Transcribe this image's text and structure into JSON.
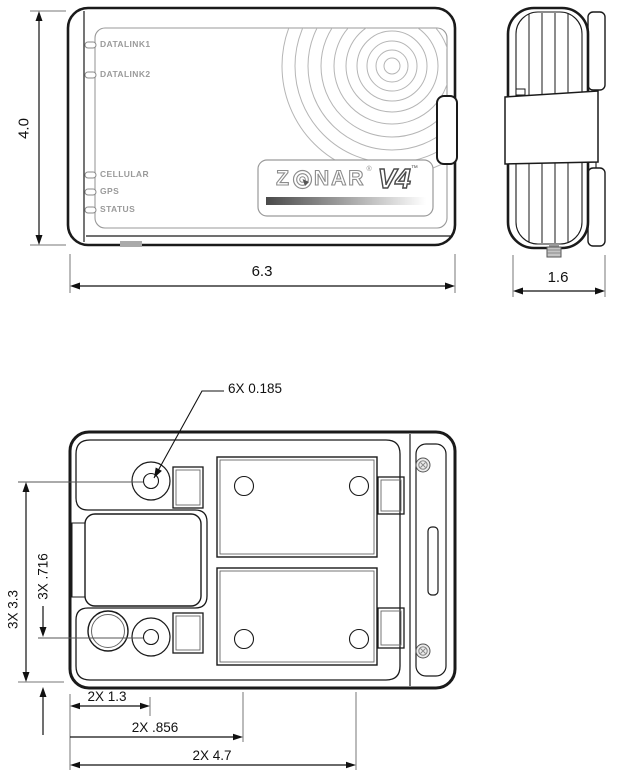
{
  "front_view": {
    "led_labels": [
      "DATALINK1",
      "DATALINK2",
      "CELLULAR",
      "GPS",
      "STATUS"
    ],
    "logo": {
      "brand_z": "Z",
      "brand_nar": "NAR",
      "registered": "®",
      "model": "V4",
      "trademark": "™"
    },
    "height_dim": "4.0",
    "width_dim": "6.3"
  },
  "side_view": {
    "width_dim": "1.6"
  },
  "back_view": {
    "hole_callout": "6X 0.185",
    "height_dim": "3X 3.3",
    "hole_offset_dim": "3X .716",
    "width_dims": [
      "2X 1.3",
      "2X .856",
      "2X 4.7"
    ]
  },
  "colors": {
    "outline": "#1a1a1a",
    "secondary_line": "#9a9a9a",
    "ring_line": "#b5b5b5",
    "dim_text": "#111111"
  }
}
